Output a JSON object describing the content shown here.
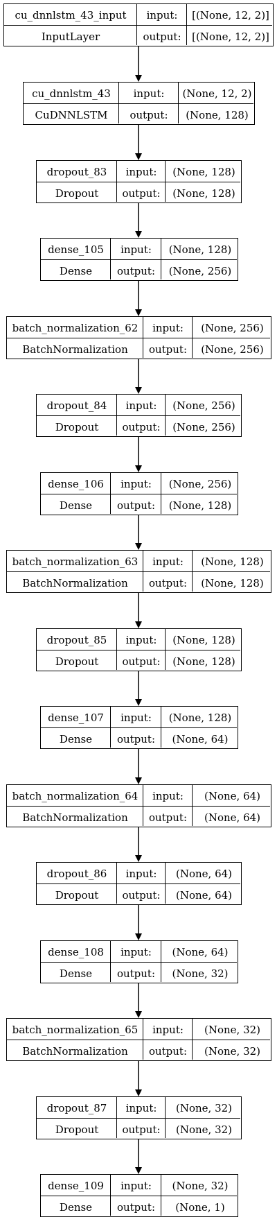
{
  "labels": {
    "input": "input:",
    "output": "output:"
  },
  "layers": [
    {
      "name": "cu_dnnlstm_43_input",
      "type": "InputLayer",
      "input": "[(None, 12, 2)]",
      "output": "[(None, 12, 2)]"
    },
    {
      "name": "cu_dnnlstm_43",
      "type": "CuDNNLSTM",
      "input": "(None, 12, 2)",
      "output": "(None, 128)"
    },
    {
      "name": "dropout_83",
      "type": "Dropout",
      "input": "(None, 128)",
      "output": "(None, 128)"
    },
    {
      "name": "dense_105",
      "type": "Dense",
      "input": "(None, 128)",
      "output": "(None, 256)"
    },
    {
      "name": "batch_normalization_62",
      "type": "BatchNormalization",
      "input": "(None, 256)",
      "output": "(None, 256)"
    },
    {
      "name": "dropout_84",
      "type": "Dropout",
      "input": "(None, 256)",
      "output": "(None, 256)"
    },
    {
      "name": "dense_106",
      "type": "Dense",
      "input": "(None, 256)",
      "output": "(None, 128)"
    },
    {
      "name": "batch_normalization_63",
      "type": "BatchNormalization",
      "input": "(None, 128)",
      "output": "(None, 128)"
    },
    {
      "name": "dropout_85",
      "type": "Dropout",
      "input": "(None, 128)",
      "output": "(None, 128)"
    },
    {
      "name": "dense_107",
      "type": "Dense",
      "input": "(None, 128)",
      "output": "(None, 64)"
    },
    {
      "name": "batch_normalization_64",
      "type": "BatchNormalization",
      "input": "(None, 64)",
      "output": "(None, 64)"
    },
    {
      "name": "dropout_86",
      "type": "Dropout",
      "input": "(None, 64)",
      "output": "(None, 64)"
    },
    {
      "name": "dense_108",
      "type": "Dense",
      "input": "(None, 64)",
      "output": "(None, 32)"
    },
    {
      "name": "batch_normalization_65",
      "type": "BatchNormalization",
      "input": "(None, 32)",
      "output": "(None, 32)"
    },
    {
      "name": "dropout_87",
      "type": "Dropout",
      "input": "(None, 32)",
      "output": "(None, 32)"
    },
    {
      "name": "dense_109",
      "type": "Dense",
      "input": "(None, 32)",
      "output": "(None, 1)"
    }
  ]
}
